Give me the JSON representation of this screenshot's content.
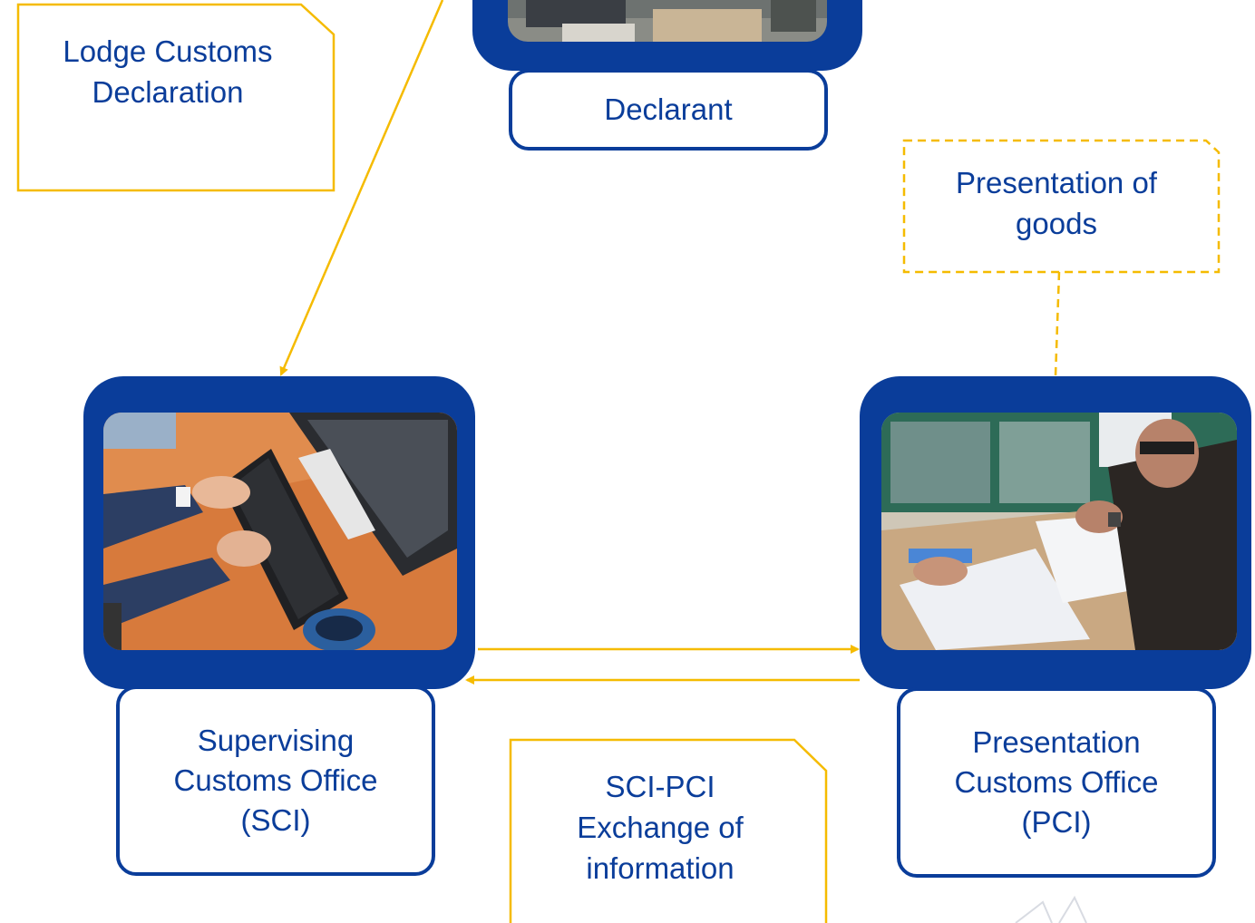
{
  "nodes": {
    "declarant": {
      "label": "Declarant"
    },
    "sci": {
      "label": "Supervising\nCustoms Office\n(SCI)"
    },
    "pci": {
      "label": "Presentation\nCustoms Office\n(PCI)"
    }
  },
  "notes": {
    "lodge": {
      "text": "Lodge Customs\nDeclaration"
    },
    "presentation": {
      "text": "Presentation of\ngoods"
    },
    "exchange": {
      "text": "SCI-PCI\nExchange of\ninformation"
    }
  },
  "colors": {
    "frame_blue": "#0a3d9a",
    "text_blue": "#0a3d9a",
    "connector_yellow": "#f5bb00"
  },
  "icons": {
    "declarant_photo": "office-desk-photo",
    "sci_photo": "keyboard-typing-photo",
    "pci_photo": "officer-inspecting-documents-photo"
  }
}
